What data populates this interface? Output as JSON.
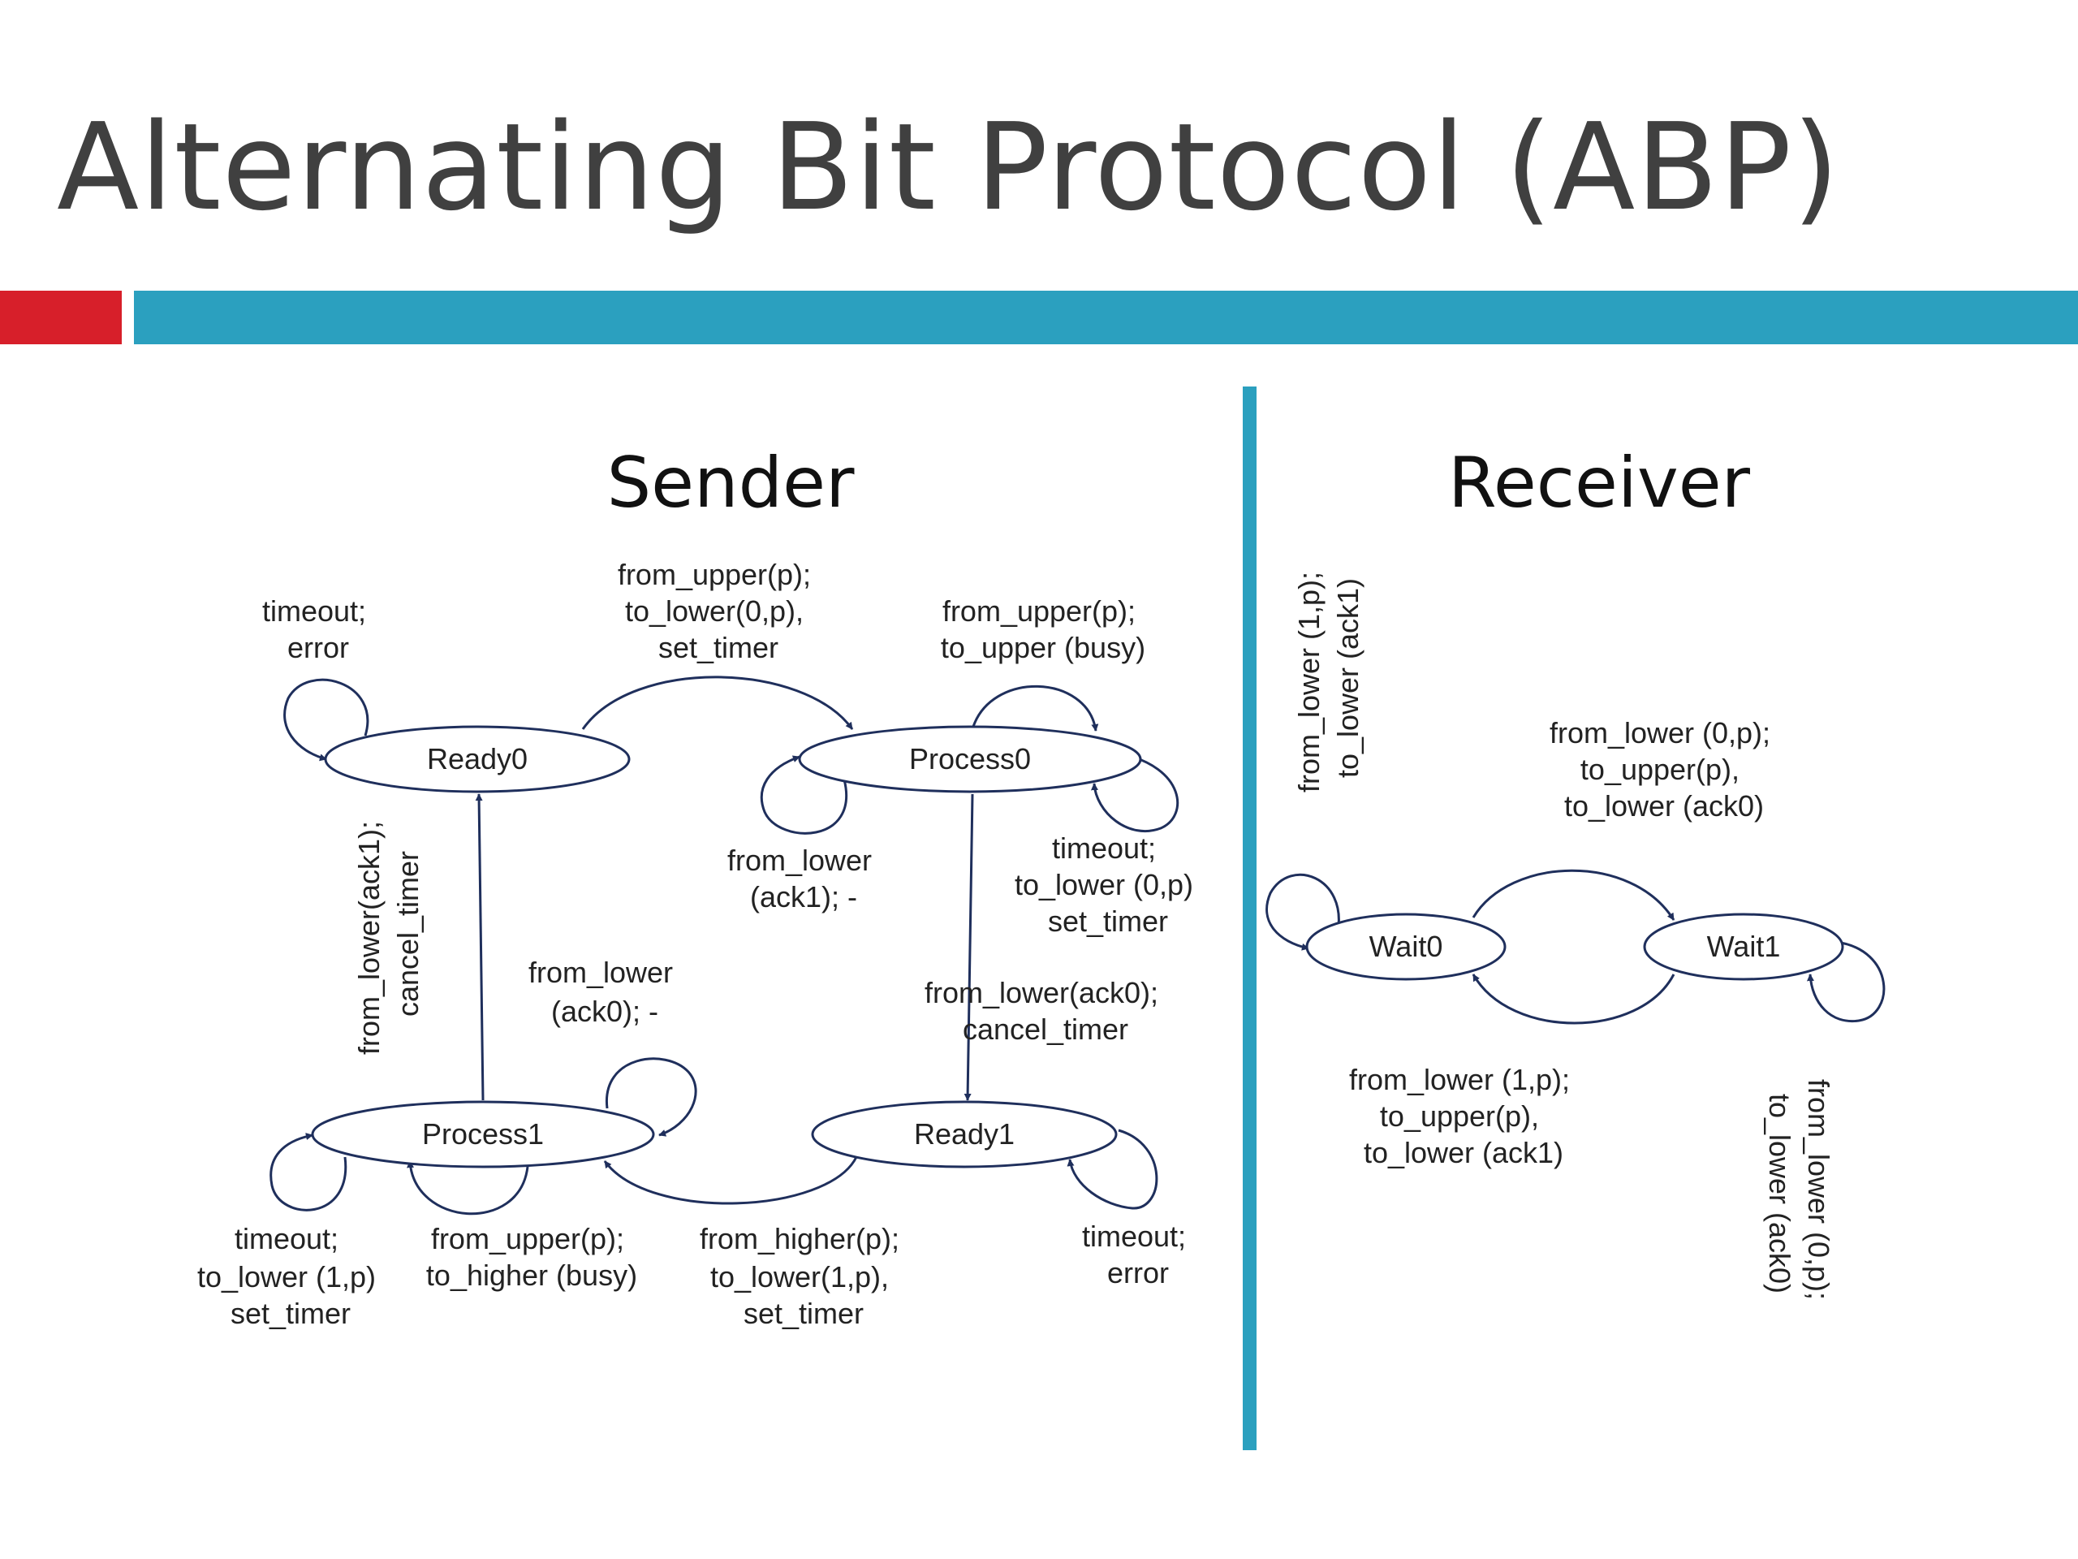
{
  "slide": {
    "title": "Alternating Bit Protocol (ABP)",
    "colors": {
      "accent_red": "#d71f2a",
      "accent_blue": "#2ba0bf",
      "title_text": "#404040",
      "edge": "#1f2f5c"
    }
  },
  "sender": {
    "heading": "Sender",
    "states": {
      "ready0": "Ready0",
      "process0": "Process0",
      "process1": "Process1",
      "ready1": "Ready1"
    },
    "labels": {
      "ready0_self": [
        "timeout;",
        "error"
      ],
      "ready0_to_process0": [
        "from_upper(p);",
        "to_lower(0,p),",
        "set_timer"
      ],
      "process0_self_top": [
        "from_upper(p);",
        "to_upper (busy)"
      ],
      "process0_self_left": [
        "from_lower",
        "(ack1); -"
      ],
      "process0_self_right": [
        "timeout;",
        "to_lower (0,p)",
        "set_timer"
      ],
      "process0_to_ready1": [
        "from_lower(ack0);",
        "cancel_timer"
      ],
      "process1_to_ready0": [
        "from_lower(ack1);",
        "cancel_timer"
      ],
      "process1_self_right": [
        "from_lower",
        "(ack0); -"
      ],
      "process1_self_left": [
        "timeout;",
        "to_lower (1,p)",
        "set_timer"
      ],
      "process1_self_bottom": [
        "from_upper(p);",
        "to_higher (busy)"
      ],
      "ready1_to_process1": [
        "from_higher(p);",
        "to_lower(1,p),",
        "set_timer"
      ],
      "ready1_self": [
        "timeout;",
        "error"
      ]
    }
  },
  "receiver": {
    "heading": "Receiver",
    "states": {
      "wait0": "Wait0",
      "wait1": "Wait1"
    },
    "labels": {
      "wait0_self": [
        "from_lower (1,p);",
        "to_lower (ack1)"
      ],
      "wait0_to_wait1": [
        "from_lower (0,p);",
        "to_upper(p),",
        "to_lower (ack0)"
      ],
      "wait1_to_wait0": [
        "from_lower (1,p);",
        "to_upper(p),",
        "to_lower (ack1)"
      ],
      "wait1_self": [
        "from_lower (0,p);",
        "to_lower (ack0)"
      ]
    }
  }
}
